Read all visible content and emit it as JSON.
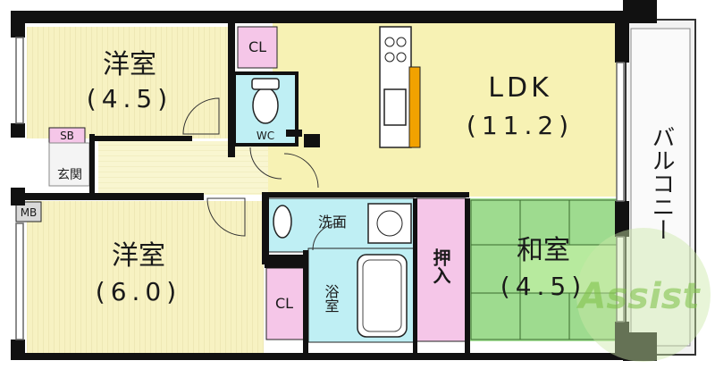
{
  "rooms": {
    "western_room_north": {
      "name": "洋室",
      "size": "(4.5)"
    },
    "western_room_south": {
      "name": "洋室",
      "size": "(6.0)"
    },
    "ldk": {
      "name": "LDK",
      "size": "(11.2)"
    },
    "japanese_room": {
      "name": "和室",
      "size": "(4.5)"
    },
    "balcony": {
      "name": "バルコニー"
    },
    "closet_north": {
      "name": "CL"
    },
    "closet_south": {
      "name": "CL"
    },
    "toilet": {
      "name": "WC"
    },
    "shoe_box": {
      "name": "SB"
    },
    "entrance": {
      "name": "玄関"
    },
    "meter_box": {
      "name": "MB"
    },
    "washroom": {
      "name": "洗面"
    },
    "bathroom": {
      "name": "浴室"
    },
    "oshiire": {
      "name": "押入"
    }
  },
  "watermark": {
    "text": "Assist"
  },
  "colors": {
    "western_floor": "#f7f2c2",
    "ldk_floor": "#f7f2b4",
    "corridor": "#f9f6d0",
    "closet": "#f5c6e8",
    "wet_area": "#bfeff4",
    "tatami": "#a8e39a",
    "wall": "#111111",
    "kitchen_counter": "#f2a200"
  }
}
